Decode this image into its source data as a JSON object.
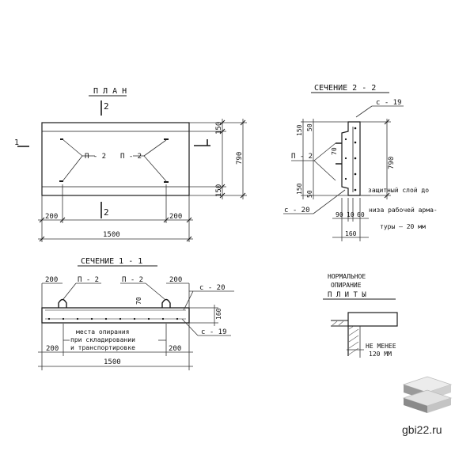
{
  "plan": {
    "title": "П Л А Н",
    "cut_top": "2",
    "cut_bottom": "2",
    "section_mark": "1",
    "loop_label_left": "П - 2",
    "loop_label_right": "П - 2",
    "dim_150_top": "150",
    "dim_790": "790",
    "dim_150_bottom": "150",
    "dim_200_left": "200",
    "dim_200_right": "200",
    "dim_1500": "1500"
  },
  "section_2_2": {
    "title": "СЕЧЕНИЕ  2 - 2",
    "c19": "с - 19",
    "c20": "с - 20",
    "p2": "П - 2",
    "dim_150_top": "150",
    "dim_50_top": "50",
    "dim_70": "70",
    "dim_150_bottom": "150",
    "dim_50_bottom": "50",
    "dim_790": "790",
    "dim_90": "90",
    "dim_10": "10",
    "dim_60": "60",
    "dim_160": "160",
    "note_line1": "защитный слой до",
    "note_line2": "низа рабочей арма-",
    "note_line3": "туры – 20 мм"
  },
  "section_1_1": {
    "title": "СЕЧЕНИЕ  1 - 1",
    "p2_left": "П - 2",
    "p2_right": "П - 2",
    "c20": "с - 20",
    "c19": "с - 19",
    "dim_200_tl": "200",
    "dim_200_tr": "200",
    "dim_70": "70",
    "dim_160": "160",
    "dim_200_bl": "200",
    "dim_200_br": "200",
    "dim_1500": "1500",
    "note_line1": "места опирания",
    "note_line2": "при складировании",
    "note_line3": "и транспортировке"
  },
  "support": {
    "title_line1": "НОРМАЛЬНОЕ",
    "title_line2": "ОПИРАНИЕ",
    "title_line3": "П Л И Т Ы",
    "note_line1": "НЕ МЕНЕЕ",
    "note_line2": "120 ММ"
  },
  "watermark": {
    "site": "gbi22.ru"
  },
  "colors": {
    "ink": "#1a1a1a",
    "logo_light": "#d9d9d9",
    "logo_dark": "#7a7a7a"
  }
}
